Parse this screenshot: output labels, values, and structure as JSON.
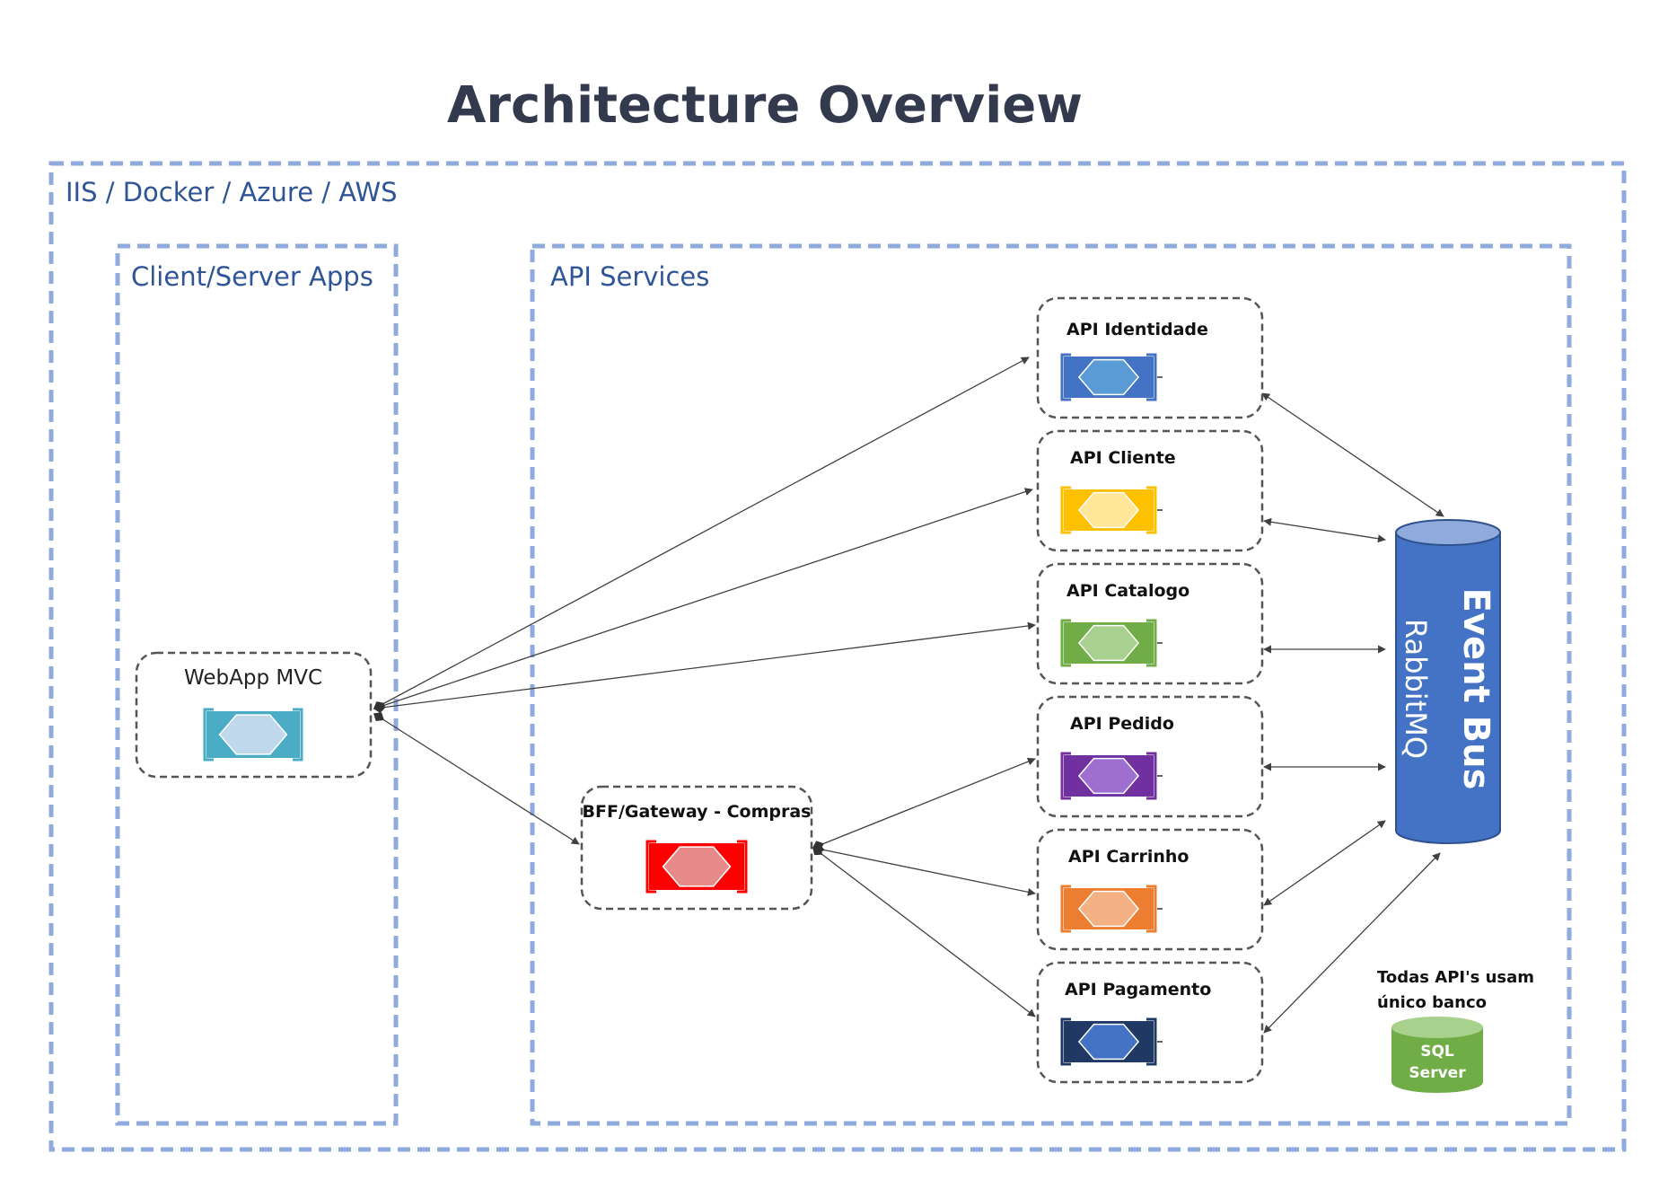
{
  "title": "Architecture Overview",
  "outer_frame": {
    "label": "IIS / Docker / Azure / AWS"
  },
  "client_frame": {
    "label": "Client/Server Apps"
  },
  "api_frame": {
    "label": "API Services"
  },
  "webapp": {
    "label": "WebApp MVC",
    "color": "#4bacc6",
    "inner": "#c0d8ec",
    "icon": "hexagon-service-icon"
  },
  "gateway": {
    "label": "BFF/Gateway - Compras",
    "color": "#ff0000",
    "inner": "#e98a8a",
    "icon": "hexagon-service-icon"
  },
  "apis": [
    {
      "label": "API Identidade",
      "color": "#4472c4",
      "inner": "#5b9bd5",
      "icon": "hexagon-service-icon"
    },
    {
      "label": "API Cliente",
      "color": "#ffc000",
      "inner": "#ffe699",
      "icon": "hexagon-service-icon"
    },
    {
      "label": "API Catalogo",
      "color": "#70ad47",
      "inner": "#a9d08e",
      "icon": "hexagon-service-icon"
    },
    {
      "label": "API Pedido",
      "color": "#7030a0",
      "inner": "#9e6fd0",
      "icon": "hexagon-service-icon"
    },
    {
      "label": "API Carrinho",
      "color": "#ed7d31",
      "inner": "#f4b183",
      "icon": "hexagon-service-icon"
    },
    {
      "label": "API Pagamento",
      "color": "#203864",
      "inner": "#4472c4",
      "icon": "hexagon-service-icon"
    }
  ],
  "event_bus": {
    "title": "Event Bus",
    "subtitle": "RabbitMQ",
    "color": "#4472c4"
  },
  "database": {
    "note_line1": "Todas API's usam",
    "note_line2": "único banco",
    "line1": "SQL",
    "line2": "Server",
    "color": "#70ad47",
    "icon": "database-cylinder-icon"
  }
}
